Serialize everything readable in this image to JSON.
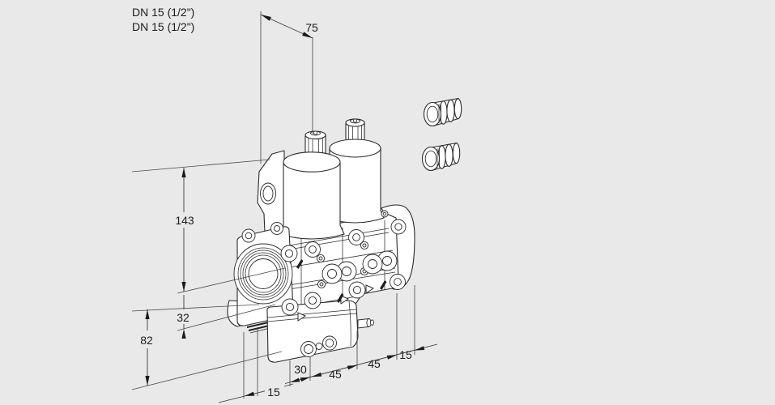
{
  "drawing": {
    "type_note": "dimensional drawing, double solenoid valve",
    "connection_label_1": "DN 15 (1/2\")",
    "connection_label_2": "DN 15 (1/2\")",
    "dim_top_width": "75",
    "dim_height_total": "143",
    "dim_height_flange": "32",
    "dim_height_lower": "82",
    "dim_bottom_offset_left": "15",
    "dim_bottom_body": "30",
    "dim_bottom_span_1": "45",
    "dim_bottom_span_2": "45",
    "dim_bottom_offset_right": "15",
    "colors": {
      "background": "#e9e9e9",
      "line": "#2b2b2b",
      "dimension_line": "#3c3c3c",
      "part_fill": "#ffffff",
      "text": "#1d1d1d"
    }
  }
}
